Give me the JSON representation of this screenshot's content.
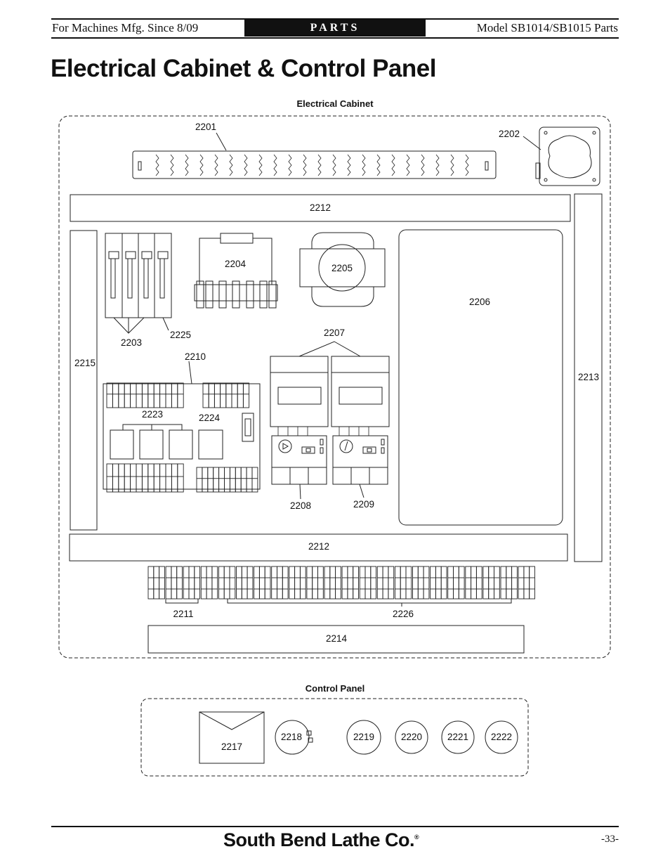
{
  "header": {
    "left": "For Machines Mfg. Since 8/09",
    "center": "PARTS",
    "right": "Model SB1014/SB1015 Parts"
  },
  "title": "Electrical Cabinet & Control Panel",
  "sections": {
    "cabinet": "Electrical Cabinet",
    "panel": "Control Panel"
  },
  "labels": {
    "p2201": "2201",
    "p2202": "2202",
    "p2203": "2203",
    "p2204": "2204",
    "p2205": "2205",
    "p2206": "2206",
    "p2207": "2207",
    "p2208": "2208",
    "p2209": "2209",
    "p2210": "2210",
    "p2211": "2211",
    "p2212a": "2212",
    "p2212b": "2212",
    "p2213": "2213",
    "p2214": "2214",
    "p2215": "2215",
    "p2217": "2217",
    "p2218": "2218",
    "p2219": "2219",
    "p2220": "2220",
    "p2221": "2221",
    "p2222": "2222",
    "p2223": "2223",
    "p2224": "2224",
    "p2225": "2225",
    "p2226": "2226"
  },
  "footer": {
    "brand": "South Bend Lathe Co.",
    "registered": "®",
    "page": "-33-"
  }
}
